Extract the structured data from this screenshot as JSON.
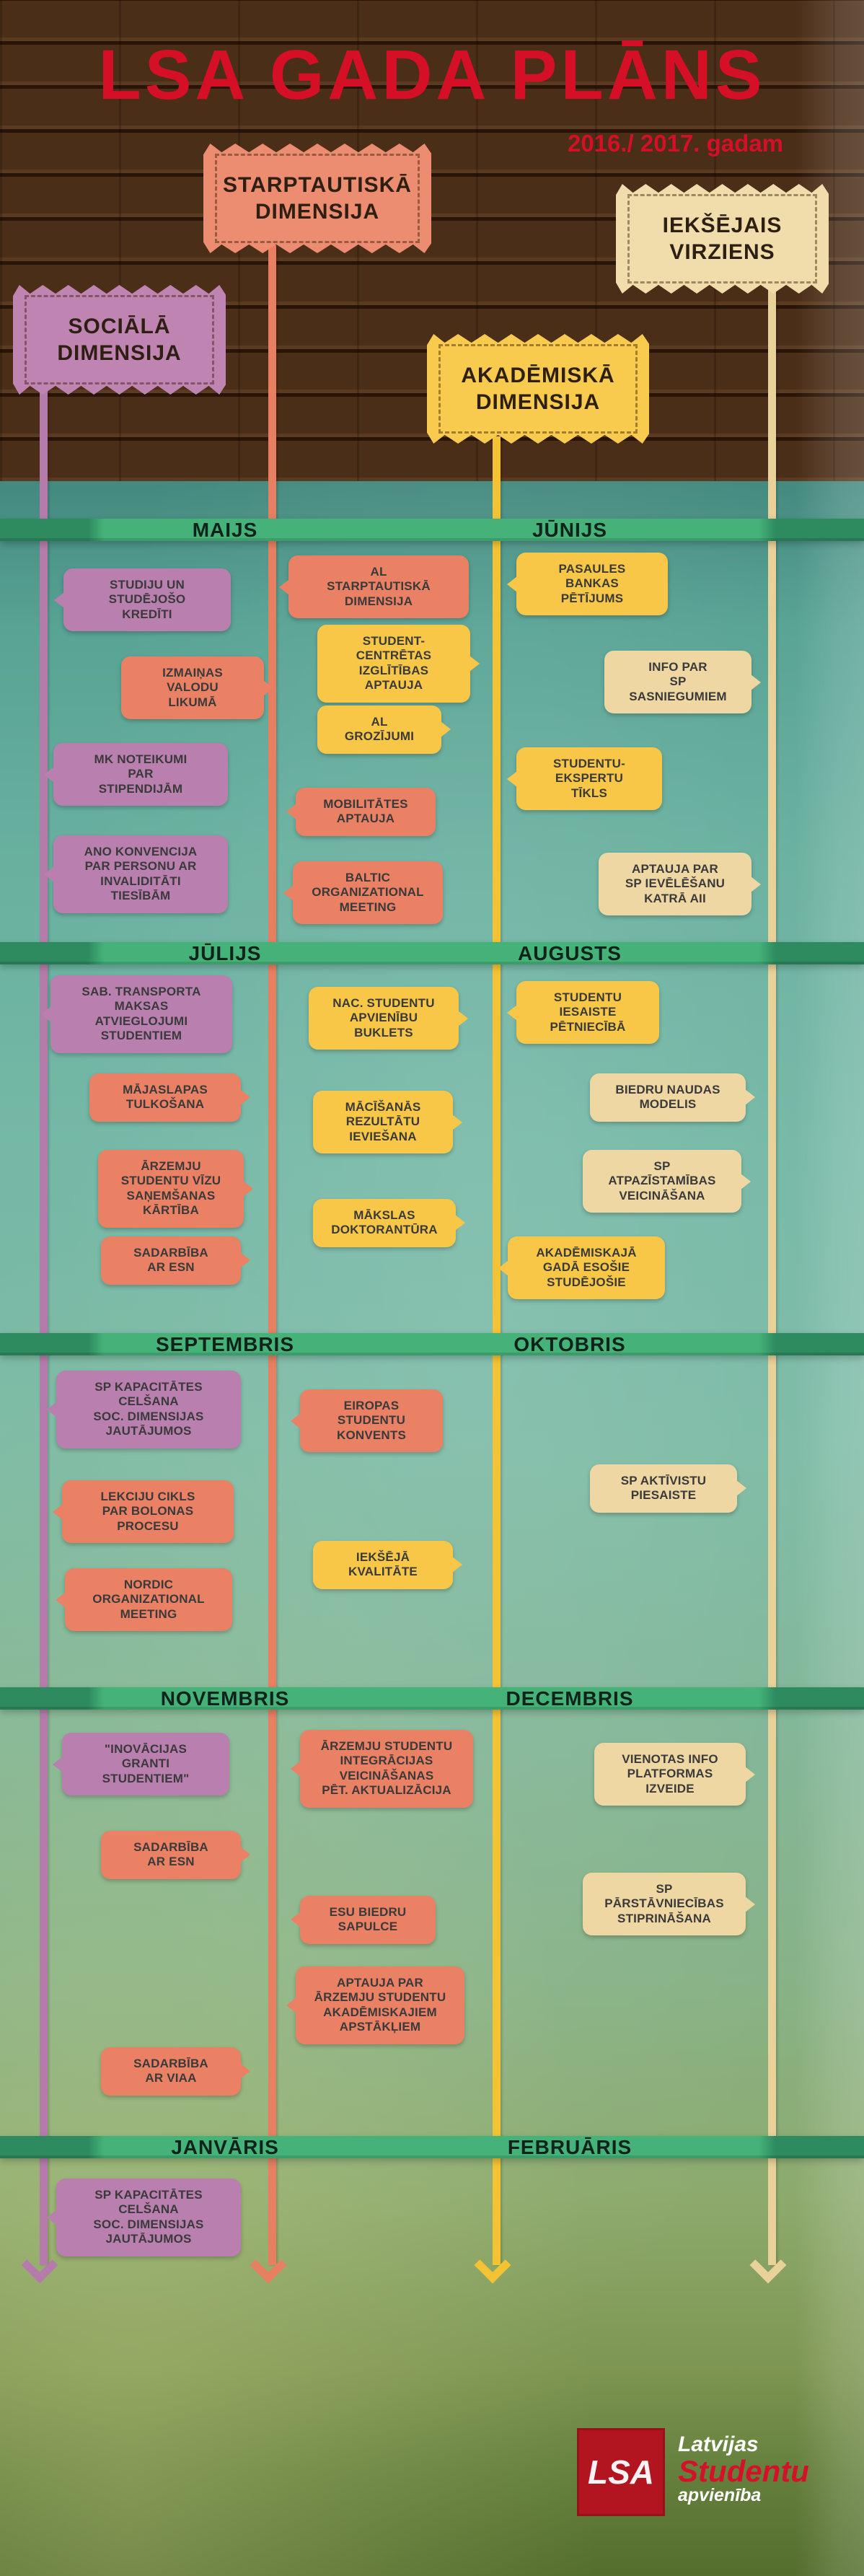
{
  "header": {
    "title": "LSA GADA PLĀNS",
    "subtitle": "2016./ 2017. gadam"
  },
  "signs": [
    {
      "id": "sociala",
      "label": "SOCIĀLĀ\nDIMENSIJA",
      "color": "#c084b2"
    },
    {
      "id": "starptautiska",
      "label": "STARPTAUTISKĀ\nDIMENSIJA",
      "color": "#ec8c70"
    },
    {
      "id": "akademiska",
      "label": "AKADĒMISKĀ\nDIMENSIJA",
      "color": "#f8cb4f"
    },
    {
      "id": "ieksejais",
      "label": "IEKŠĒJAIS\nVIRZIENS",
      "color": "#f1dcab"
    }
  ],
  "timeline": {
    "months": [
      {
        "left": "MAIJS",
        "right": "JŪNIJS"
      },
      {
        "left": "JŪLIJS",
        "right": "AUGUSTS"
      },
      {
        "left": "SEPTEMBRIS",
        "right": "OKTOBRIS"
      },
      {
        "left": "NOVEMBRIS",
        "right": "DECEMBRIS"
      },
      {
        "left": "JANVĀRIS",
        "right": "FEBRUĀRIS"
      }
    ],
    "events": [
      {
        "text": "STUDIJU UN\nSTUDĒJOŠO\nKREDĪTI",
        "color": "purple"
      },
      {
        "text": "AL\nSTARPTAUTISKĀ\nDIMENSIJA",
        "color": "salmon"
      },
      {
        "text": "PASAULES\nBANKAS\nPĒTĪJUMS",
        "color": "yellow"
      },
      {
        "text": "STUDENT-\nCENTRĒTAS\nIZGLĪTĪBAS\nAPTAUJA",
        "color": "yellow"
      },
      {
        "text": "IZMAIŅAS\nVALODU\nLIKUMĀ",
        "color": "salmon"
      },
      {
        "text": "INFO PAR\nSP\nSASNIEGUMIEM",
        "color": "tan"
      },
      {
        "text": "AL\nGROZĪJUMI",
        "color": "yellow"
      },
      {
        "text": "MK NOTEIKUMI\nPAR\nSTIPENDIJĀM",
        "color": "purple"
      },
      {
        "text": "STUDENTU-\nEKSPERTU\nTĪKLS",
        "color": "yellow"
      },
      {
        "text": "MOBILITĀTES\nAPTAUJA",
        "color": "salmon"
      },
      {
        "text": "ANO KONVENCIJA\nPAR PERSONU AR\nINVALIDITĀTI\nTIESĪBĀM",
        "color": "purple"
      },
      {
        "text": "BALTIC\nORGANIZATIONAL\nMEETING",
        "color": "salmon"
      },
      {
        "text": "APTAUJA PAR\nSP IEVĒLĒŠANU\nKATRĀ AII",
        "color": "tan"
      },
      {
        "text": "SAB. TRANSPORTA\nMAKSAS\nATVIEGLOJUMI\nSTUDENTIEM",
        "color": "purple"
      },
      {
        "text": "NAC. STUDENTU\nAPVIENĪBU\nBUKLETS",
        "color": "yellow"
      },
      {
        "text": "STUDENTU\nIESAISTE\nPĒTNIECĪBĀ",
        "color": "yellow"
      },
      {
        "text": "MĀJASLAPAS\nTULKOŠANA",
        "color": "salmon"
      },
      {
        "text": "BIEDRU NAUDAS\nMODELIS",
        "color": "tan"
      },
      {
        "text": "MĀCĪŠANĀS\nREZULTĀTU\nIEVIEŠANA",
        "color": "yellow"
      },
      {
        "text": "ĀRZEMJU\nSTUDENTU VĪZU\nSAŅEMŠANAS\nKĀRTĪBA",
        "color": "salmon"
      },
      {
        "text": "SP\nATPAZĪSTAMĪBAS\nVEICINĀŠANA",
        "color": "tan"
      },
      {
        "text": "MĀKSLAS\nDOKTORANTŪRA",
        "color": "yellow"
      },
      {
        "text": "SADARBĪBA\nAR ESN",
        "color": "salmon"
      },
      {
        "text": "AKADĒMISKAJĀ\nGADĀ ESOŠIE\nSTUDĒJOŠIE",
        "color": "yellow"
      },
      {
        "text": "SP KAPACITĀTES\nCELŠANA\nSOC. DIMENSIJAS\nJAUTĀJUMOS",
        "color": "purple"
      },
      {
        "text": "EIROPAS\nSTUDENTU\nKONVENTS",
        "color": "salmon"
      },
      {
        "text": "SP AKTĪVISTU\nPIESAISTE",
        "color": "tan"
      },
      {
        "text": "LEKCIJU CIKLS\nPAR BOLONAS\nPROCESU",
        "color": "salmon"
      },
      {
        "text": "IEKŠĒJĀ\nKVALITĀTE",
        "color": "yellow"
      },
      {
        "text": "NORDIC\nORGANIZATIONAL\nMEETING",
        "color": "salmon"
      },
      {
        "text": "\"INOVĀCIJAS\nGRANTI\nSTUDENTIEM\"",
        "color": "purple"
      },
      {
        "text": "ĀRZEMJU STUDENTU\nINTEGRĀCIJAS\nVEICINĀŠANAS\nPĒT. AKTUALIZĀCIJA",
        "color": "salmon"
      },
      {
        "text": "VIENOTAS INFO\nPLATFORMAS\nIZVEIDE",
        "color": "tan"
      },
      {
        "text": "SADARBĪBA\nAR ESN",
        "color": "salmon"
      },
      {
        "text": "ESU BIEDRU\nSAPULCE",
        "color": "salmon"
      },
      {
        "text": "SP\nPĀRSTĀVNIECĪBAS\nSTIPRINĀŠANA",
        "color": "tan"
      },
      {
        "text": "APTAUJA PAR\nĀRZEMJU STUDENTU\nAKADĒMISKAJIEM\nAPSTĀKĻIEM",
        "color": "salmon"
      },
      {
        "text": "SADARBĪBA\nAR VIAA",
        "color": "salmon"
      },
      {
        "text": "SP KAPACITĀTES\nCELŠANA\nSOC. DIMENSIJAS\nJAUTĀJUMOS",
        "color": "purple"
      }
    ]
  },
  "logo": {
    "mark": "LSA",
    "line1": "Latvijas",
    "line2": "Studentu",
    "line3": "apvienība"
  },
  "palette": {
    "title_red": "#d40f26",
    "social_purple": "#b97fae",
    "international_salmon": "#ea8164",
    "academic_yellow": "#f8c748",
    "internal_tan": "#eed7a3",
    "band_green": "#45b379",
    "band_green_dark": "#2e8a5f",
    "wood_brown": "#4b2e18",
    "sky_teal": "#75b8a6",
    "logo_red": "#b21420"
  }
}
